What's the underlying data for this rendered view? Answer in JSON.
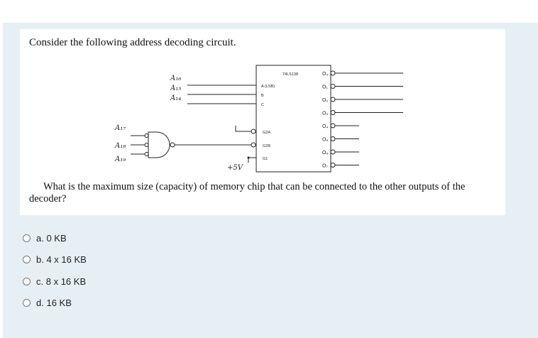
{
  "question": {
    "title": "Consider the following address decoding circuit.",
    "text": "What is the maximum size (capacity) of memory chip that can be connected to the other outputs of the decoder?"
  },
  "circuit": {
    "chip_label": "74LS138",
    "select_inputs": [
      "A (LSB)",
      "B",
      "C"
    ],
    "enable_inputs": [
      "G2A",
      "G2B",
      "G1"
    ],
    "outputs": [
      "O₀",
      "O₁",
      "O₂",
      "O₃",
      "O₄",
      "O₅",
      "O₆",
      "O₇"
    ],
    "address_lines_select": [
      "A₁₆",
      "A₁₅",
      "A₁₄"
    ],
    "address_lines_gate": [
      "A₁₇",
      "A₁₈",
      "A₁₉"
    ],
    "power_label": "+5V"
  },
  "options": [
    {
      "letter": "a.",
      "text": "0 KB"
    },
    {
      "letter": "b.",
      "text": "4 x 16 KB"
    },
    {
      "letter": "c.",
      "text": "8 x 16 KB"
    },
    {
      "letter": "d.",
      "text": "16 KB"
    }
  ],
  "colors": {
    "panel_bg": "#e6eff3",
    "card_bg": "#ffffff"
  }
}
